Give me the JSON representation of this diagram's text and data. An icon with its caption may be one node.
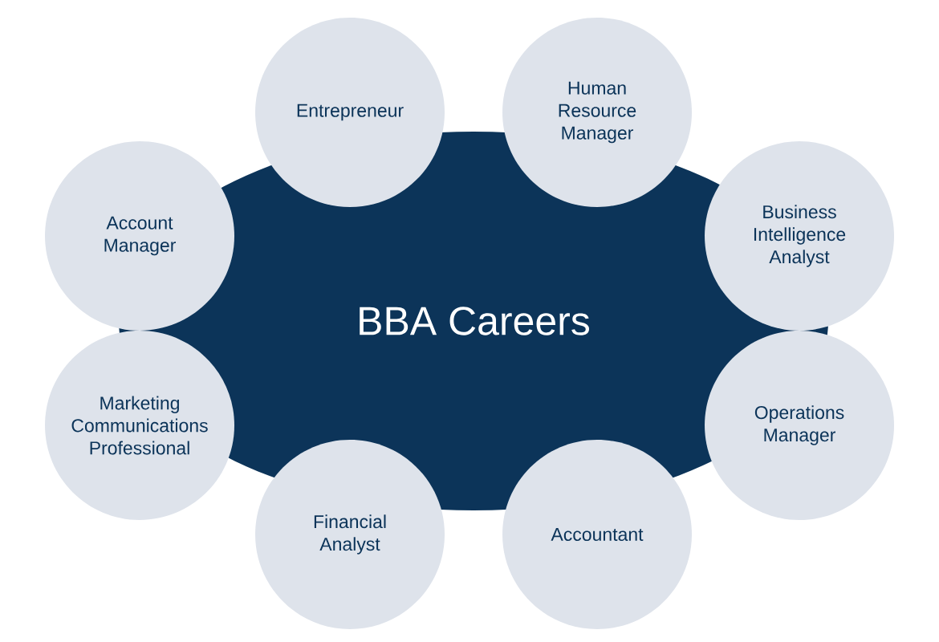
{
  "diagram": {
    "nodes": [
      {
        "text": [
          "BBA Careers"
        ]
      },
      {
        "text": [
          "Entrepreneur"
        ]
      },
      {
        "text": [
          "Human Resource Manager"
        ]
      },
      {
        "text": [
          "Account Manager"
        ]
      },
      {
        "text": [
          "Business Intelligence Analyst"
        ]
      },
      {
        "text": [
          "Marketing Communications Professional"
        ]
      },
      {
        "text": [
          "Operations Manager"
        ]
      },
      {
        "text": [
          "Financial Analyst"
        ]
      },
      {
        "text": [
          "Accountant"
        ]
      }
    ]
  }
}
